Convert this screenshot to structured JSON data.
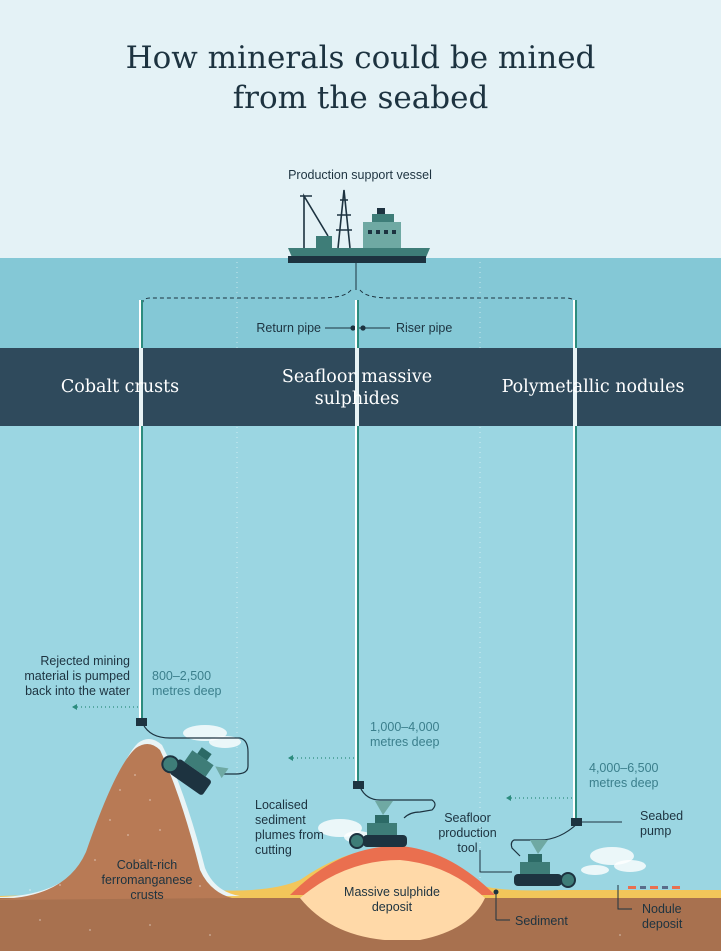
{
  "title_line1": "How minerals could be mined",
  "title_line2": "from the seabed",
  "vessel_label": "Production support vessel",
  "return_pipe": "Return pipe",
  "riser_pipe": "Riser pipe",
  "categories": {
    "cobalt": "Cobalt crusts",
    "sulphides_line1": "Seafloor massive",
    "sulphides_line2": "sulphides",
    "nodules": "Polymetallic nodules"
  },
  "annotations": {
    "rejected": [
      "Rejected mining",
      "material is pumped",
      "back into the water"
    ],
    "depth_cobalt": [
      "800–2,500",
      "metres deep"
    ],
    "depth_sulphides": [
      "1,000–4,000",
      "metres deep"
    ],
    "depth_nodules": [
      "4,000–6,500",
      "metres deep"
    ],
    "plumes": [
      "Localised",
      "sediment",
      "plumes from",
      "cutting"
    ],
    "production_tool": [
      "Seafloor",
      "production",
      "tool"
    ],
    "seabed_pump": [
      "Seabed",
      "pump"
    ],
    "crusts": [
      "Cobalt-rich",
      "ferromanganese",
      "crusts"
    ],
    "sulphide_deposit": [
      "Massive sulphide",
      "deposit"
    ],
    "sediment": "Sediment",
    "nodule_deposit": [
      "Nodule",
      "deposit"
    ]
  },
  "colors": {
    "sky": "#e4f2f6",
    "sea": "#9bd6e2",
    "sea_upper": "#84c8d6",
    "band": "#2f4a5c",
    "rock": "#b87a55",
    "seabed": "#a8714f",
    "sediment": "#f2c65a",
    "sulphide": "#ffd9a8",
    "sulphide_band": "#ea6f4f",
    "pipe": "#2c8c7e",
    "vessel": "#3e7d78",
    "vessel_hull": "#1d3340"
  }
}
